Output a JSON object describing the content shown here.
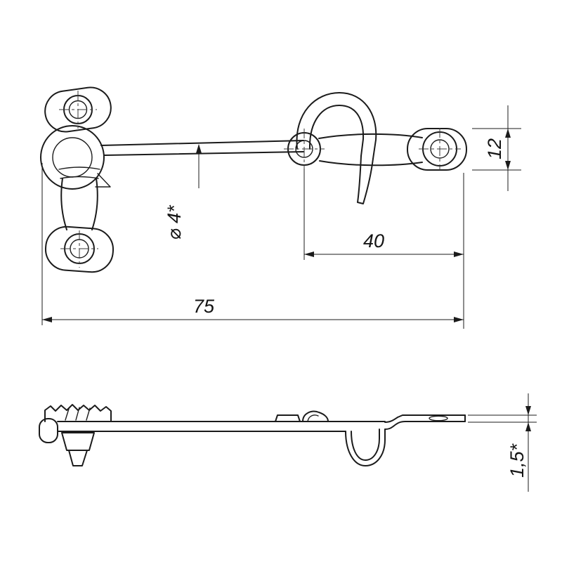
{
  "drawing": {
    "dims": {
      "total_length": "75",
      "keeper_length": "40",
      "plate_width": "12",
      "rod_diameter": "⌀ 4*",
      "material_thickness": "1,5*"
    }
  }
}
